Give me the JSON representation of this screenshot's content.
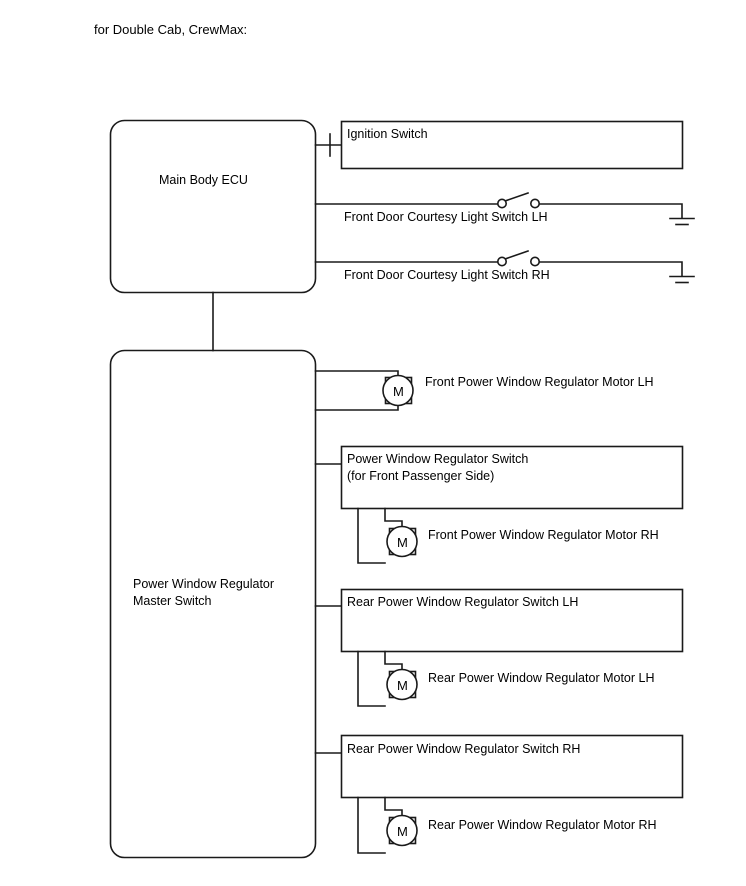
{
  "page": {
    "caption": "for Double Cab, CrewMax:",
    "bg_color": "#ffffff",
    "line_color": "#1a1a1a",
    "text_color": "#000000"
  },
  "blocks": {
    "main_body_ecu": {
      "label": "Main Body ECU",
      "shape": "rounded-rect"
    },
    "master_switch": {
      "label_line1": "Power Window Regulator",
      "label_line2": "Master Switch",
      "shape": "rounded-rect"
    },
    "ignition_switch": {
      "label": "Ignition Switch",
      "shape": "rect"
    },
    "front_passenger_switch": {
      "label_line1": "Power Window Regulator Switch",
      "label_line2": "(for Front Passenger Side)",
      "shape": "rect"
    },
    "rear_switch_lh": {
      "label": "Rear Power Window Regulator Switch LH",
      "shape": "rect"
    },
    "rear_switch_rh": {
      "label": "Rear Power Window Regulator Switch RH",
      "shape": "rect"
    }
  },
  "switches": [
    {
      "name": "front-door-courtesy-light-switch-lh",
      "label": "Front Door Courtesy Light Switch LH",
      "symbol": "spst-open-switch",
      "ground": "earth-ground"
    },
    {
      "name": "front-door-courtesy-light-switch-rh",
      "label": "Front Door Courtesy Light Switch RH",
      "symbol": "spst-open-switch",
      "ground": "earth-ground"
    }
  ],
  "motors": [
    {
      "name": "front-power-window-regulator-motor-lh",
      "label": "Front Power Window Regulator Motor LH",
      "symbol": "motor-icon",
      "glyph": "M"
    },
    {
      "name": "front-power-window-regulator-motor-rh",
      "label": "Front Power Window Regulator Motor RH",
      "symbol": "motor-icon",
      "glyph": "M"
    },
    {
      "name": "rear-power-window-regulator-motor-lh",
      "label": "Rear Power Window Regulator Motor LH",
      "symbol": "motor-icon",
      "glyph": "M"
    },
    {
      "name": "rear-power-window-regulator-motor-rh",
      "label": "Rear Power Window Regulator Motor RH",
      "symbol": "motor-icon",
      "glyph": "M"
    }
  ]
}
